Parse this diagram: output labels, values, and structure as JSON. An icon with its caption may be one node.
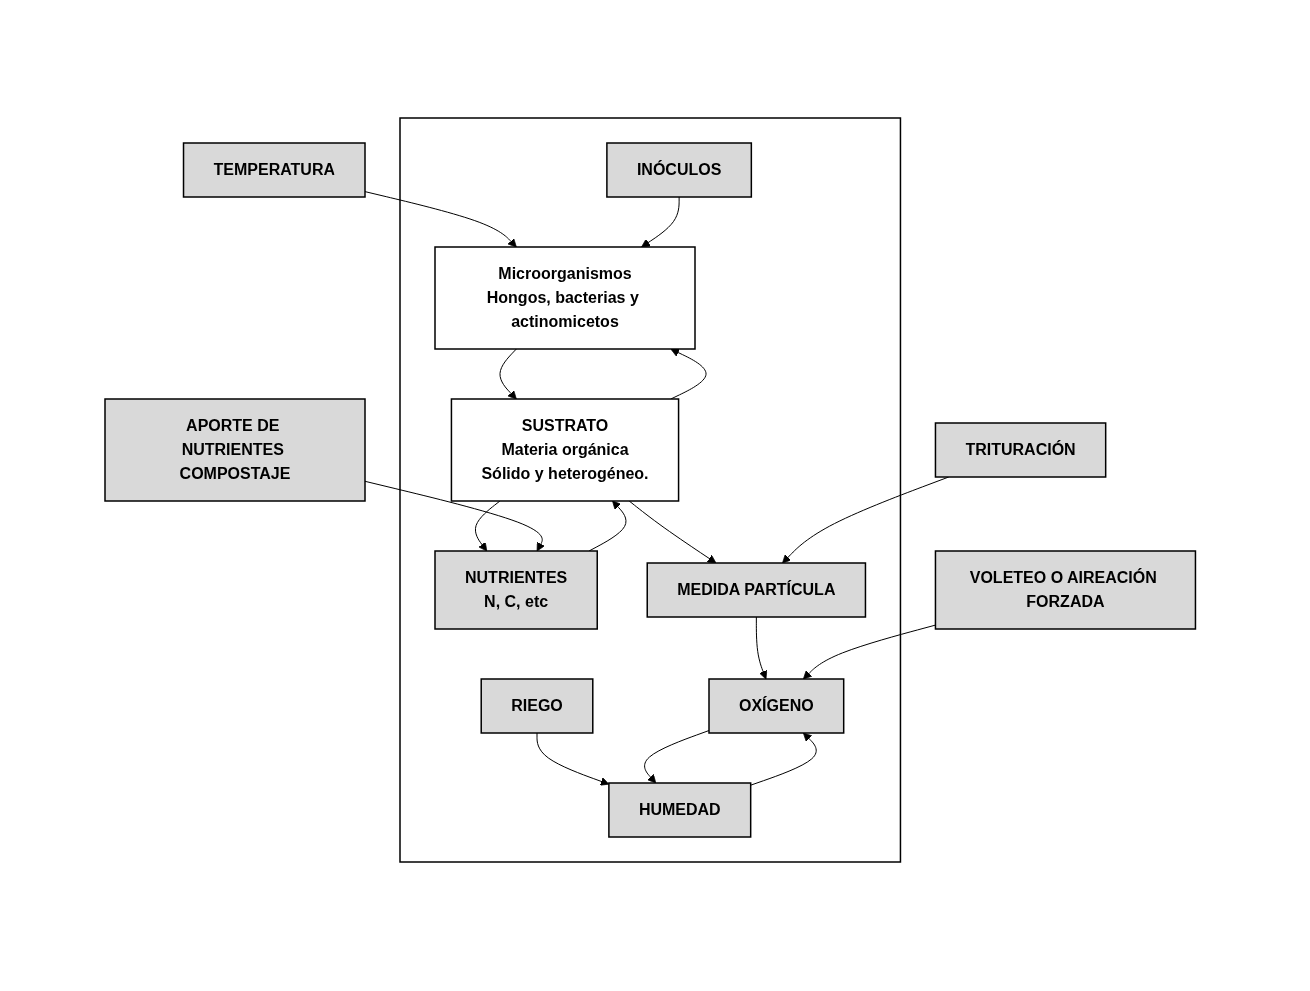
{
  "diagram": {
    "nodes": [
      {
        "text": [],
        "shape": "box"
      },
      {
        "text": [
          "TEMPERATURA"
        ]
      },
      {
        "text": [
          "INÓCULOS"
        ],
        "in": 0
      },
      {
        "text": [
          "Microorganismos",
          "Hongos, bacterias y actinomicetos"
        ],
        "in": 0
      },
      {
        "text": [
          "RIEGO"
        ],
        "in": 0
      },
      {
        "text": [
          "HUMEDAD"
        ],
        "in": 0
      },
      {
        "text": [
          "SUSTRATO",
          "Materia orgánica",
          "Sólido y heterogéneo."
        ],
        "in": 0
      },
      {
        "text": [
          "OXÍGENO"
        ],
        "in": 0
      },
      {
        "text": [
          "NUTRIENTES",
          "N, C, etc"
        ],
        "in": 0
      },
      {
        "text": [
          "MEDIDA PARTÍCULA"
        ],
        "in": 0
      },
      {
        "text": [
          "VOLETEO O AIREACIÓN FORZADA"
        ]
      },
      {
        "text": [
          "APORTE DE NUTRIENTES COMPOSTAJE"
        ]
      },
      {
        "text": [
          "TRITURACIÓN"
        ]
      }
    ],
    "edges": [
      {
        "from": 1,
        "to": 3,
        "arrow": "to"
      },
      {
        "from": 2,
        "to": 3,
        "arrow": "to"
      },
      {
        "from": 4,
        "to": 5,
        "arrow": "to"
      },
      {
        "from": 5,
        "to": 7,
        "arrow": "to"
      },
      {
        "from": 7,
        "to": 5,
        "arrow": "to"
      },
      {
        "from": 3,
        "to": 6,
        "arrow": "to"
      },
      {
        "from": 6,
        "to": 3,
        "arrow": "to"
      },
      {
        "from": 8,
        "to": 6,
        "arrow": "to"
      },
      {
        "from": 6,
        "to": 8,
        "arrow": "to"
      },
      {
        "from": 6,
        "to": 9,
        "arrow": "to"
      },
      {
        "from": 9,
        "to": 7,
        "arrow": "to"
      },
      {
        "from": 10,
        "to": 7,
        "arrow": "to"
      },
      {
        "from": 12,
        "to": 9,
        "arrow": "to"
      },
      {
        "from": 11,
        "to": 8,
        "arrow": "to"
      }
    ]
  }
}
